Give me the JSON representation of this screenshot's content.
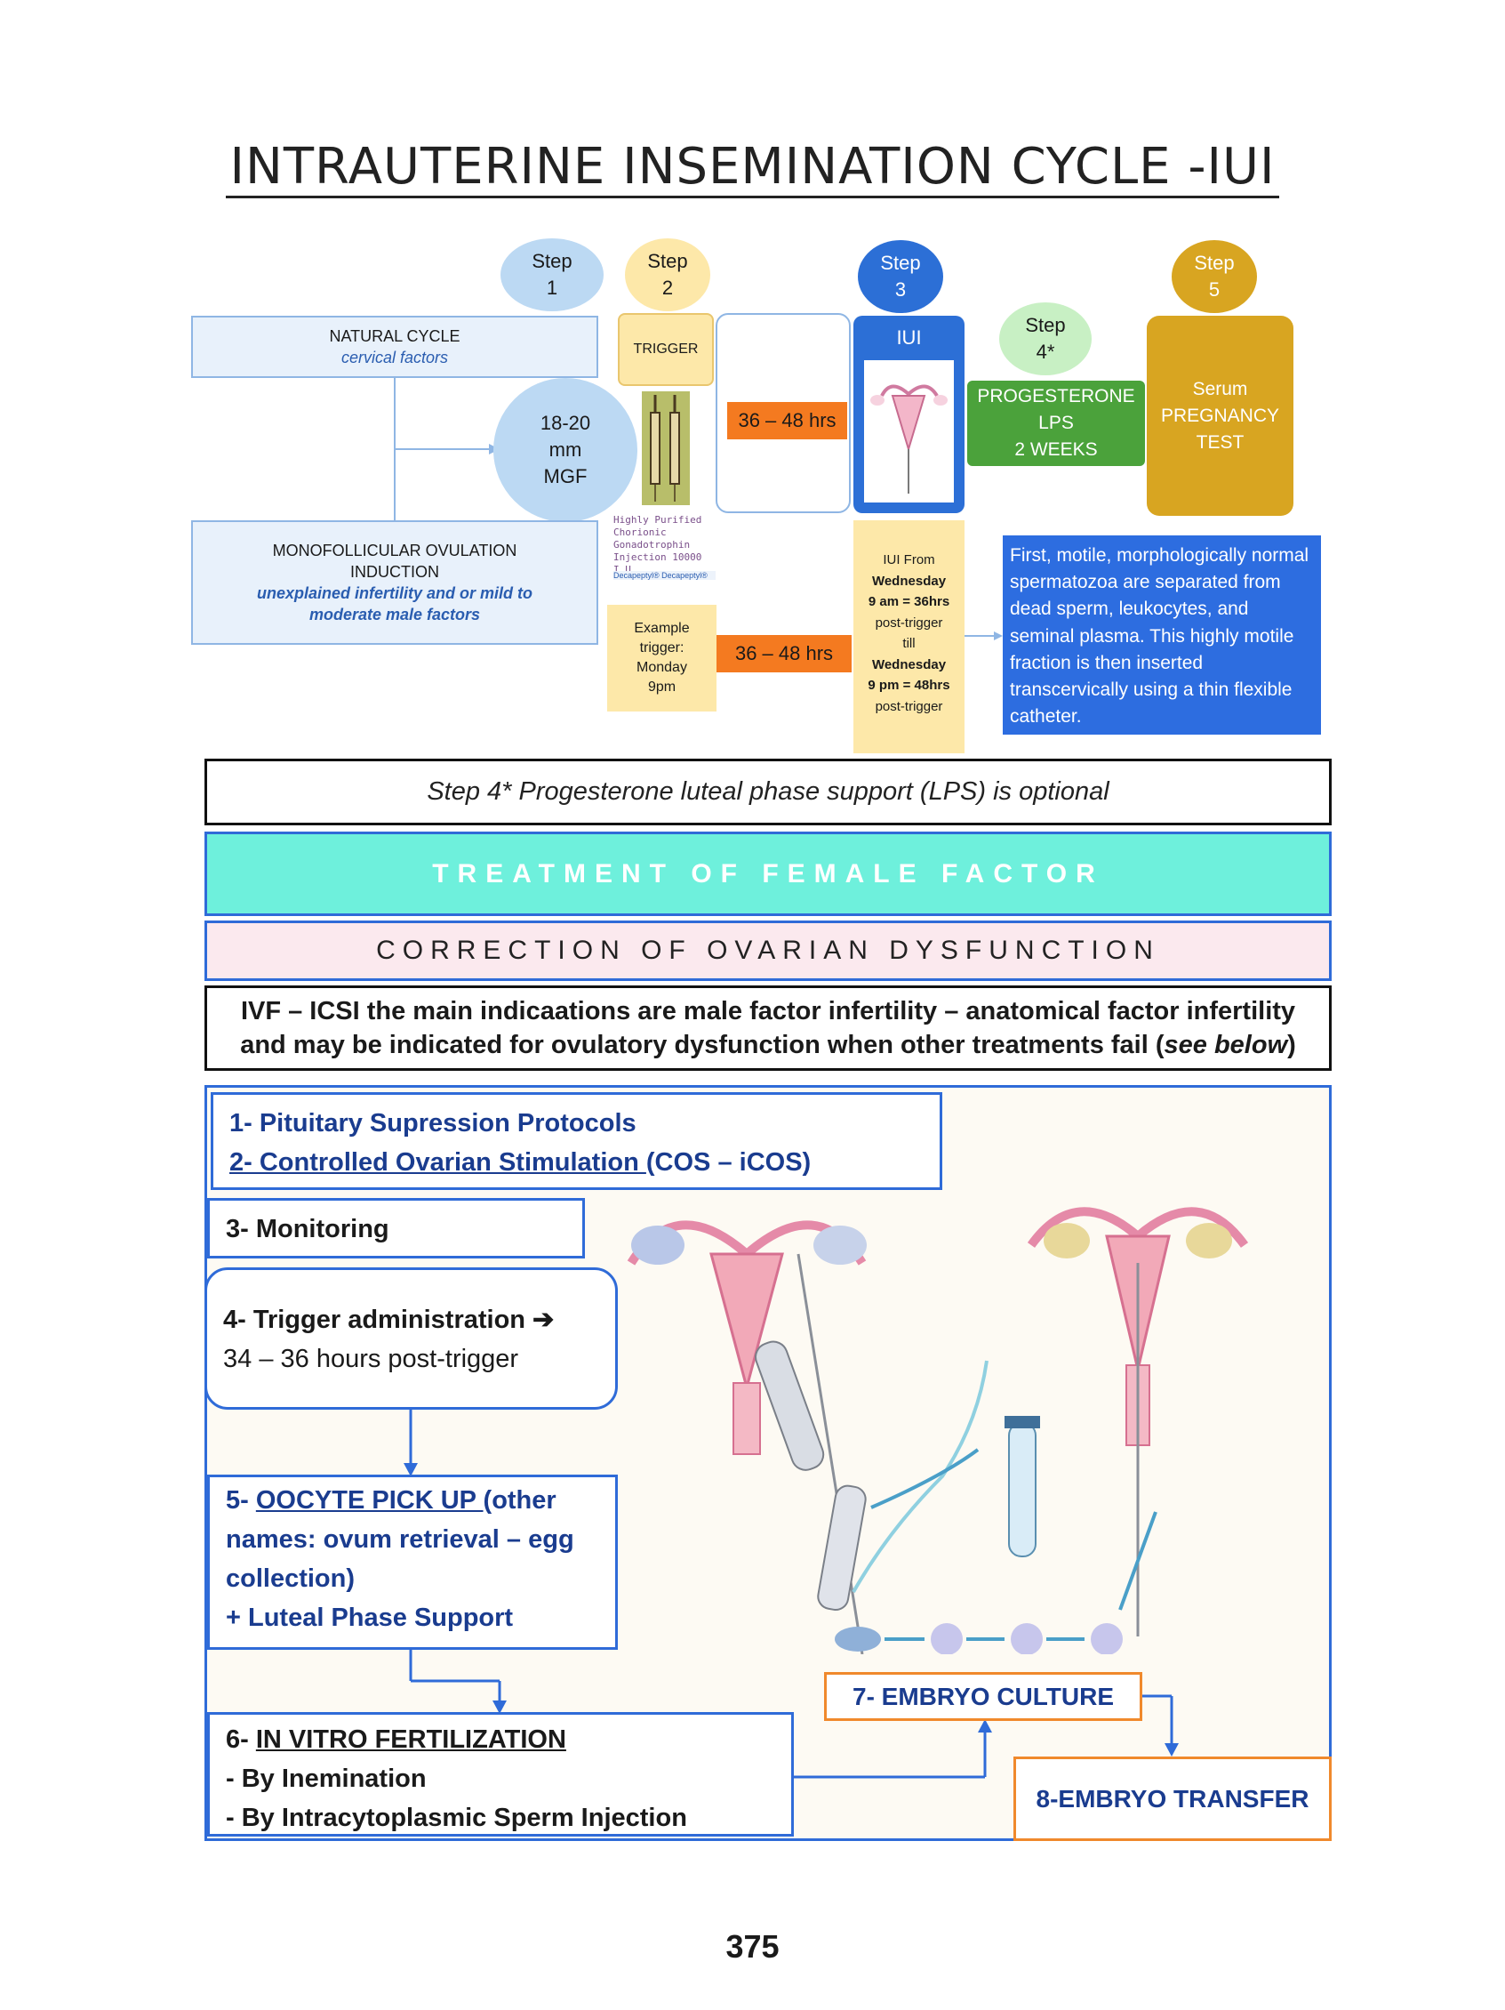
{
  "title": "INTRAUTERINE INSEMINATION CYCLE -IUI",
  "steps": {
    "step1": "Step\n1",
    "step2": "Step\n2",
    "step3": "Step\n3",
    "step4": "Step\n4*",
    "step5": "Step\n5"
  },
  "natural_cycle": {
    "line1": "NATURAL CYCLE",
    "line2": "cervical factors"
  },
  "mgf": "18-20\nmm\nMGF",
  "monofollicular": {
    "line1": "MONOFOLLICULAR OVULATION",
    "line2": "INDUCTION",
    "line3": "unexplained infertility and or mild to",
    "line4": "moderate male factors"
  },
  "trigger": "TRIGGER",
  "drug_label": "Highly Purified Chorionic Gonadotrophin Injection 10000 I.U.",
  "decapeptyl": "Decapeptyl®  Decapeptyl®",
  "hrs_top": "36 – 48 hrs",
  "hrs_bottom": "36 – 48 hrs",
  "example_trigger": "Example\ntrigger:\nMonday\n9pm",
  "iui": "IUI",
  "iui_timing": {
    "l1": "IUI From",
    "l2": "Wednesday",
    "l3": "9 am = 36hrs",
    "l4": "post-trigger",
    "l5": "till",
    "l6": "Wednesday",
    "l7": "9 pm = 48hrs",
    "l8": "post-trigger"
  },
  "progesterone": "PROGESTERONE\nLPS\n2 WEEKS",
  "pregnancy_test": "Serum\nPREGNANCY\nTEST",
  "sperm_note": "First, motile, morphologically normal spermatozoa are separated from dead sperm, leukocytes, and seminal plasma. This highly motile fraction is then inserted transcervically using a thin flexible catheter.",
  "optional_note": "Step 4* Progesterone luteal phase support (LPS) is optional",
  "treatment_header": "TREATMENT OF FEMALE FACTOR",
  "correction_header": "CORRECTION OF OVARIAN DYSFUNCTION",
  "ivf_note": {
    "l1": "IVF – ICSI the main indicaations are male factor infertility – anatomical factor infertility",
    "l2a": "and may be indicated for ovulatory dysfunction when other treatments fail (",
    "l2b": "see below",
    "l2c": ")"
  },
  "flow": {
    "item1": "1- Pituitary Supression Protocols",
    "item2a": "2- Controlled Ovarian Stimulation ",
    "item2b": "(COS – iCOS)",
    "item3": "3- Monitoring",
    "item4a": "4- Trigger administration ➔",
    "item4b": "34 – 36 hours post-trigger",
    "item5a": "5- ",
    "item5b": "OOCYTE PICK UP ",
    "item5c": "(other names: ovum retrieval – egg collection)",
    "item5d": "+ Luteal Phase Support",
    "item6a": "6- ",
    "item6b": "IN VITRO FERTILIZATION",
    "item6c": "- By Inemination",
    "item6d": "- By Intracytoplasmic Sperm Injection",
    "item7": "7- EMBRYO CULTURE",
    "item8": "8-EMBRYO TRANSFER"
  },
  "page_number": "375",
  "colors": {
    "step_blue_light": "#bcd9f3",
    "step_yellow": "#fde8a9",
    "step3_blue": "#2c6fd6",
    "step4_green": "#c8f0c4",
    "step5_gold": "#d8a521",
    "progesterone_green": "#4ba23b",
    "teal": "#6ef0dc",
    "pink": "#fbe9ee",
    "orange": "#f47a20",
    "note_blue": "#2d6de0"
  }
}
